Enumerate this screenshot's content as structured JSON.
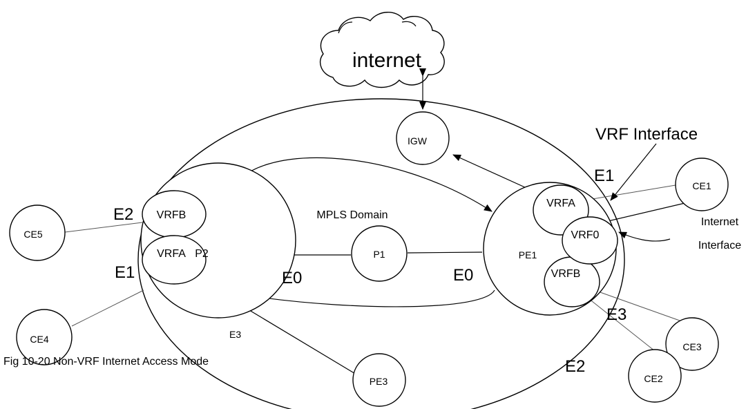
{
  "cloud": {
    "label": "internet"
  },
  "nodes": {
    "igw": "IGW",
    "p1": "P1",
    "pe3": "PE3",
    "p2": "P2",
    "pe1": "PE1",
    "ce1": "CE1",
    "ce2": "CE2",
    "ce3": "CE3",
    "ce4": "CE4",
    "ce5": "CE5"
  },
  "vrfs": {
    "p2_vrfb": "VRFB",
    "p2_vrfa": "VRFA",
    "pe1_vrfa": "VRFA",
    "pe1_vrf0": "VRF0",
    "pe1_vrfb": "VRFB"
  },
  "labels": {
    "mpls_domain": "MPLS Domain",
    "vrf_interface": "VRF Interface",
    "internet_interface_line1": "Internet",
    "internet_interface_line2": "Interface",
    "e0_left": "E0",
    "e0_right": "E0",
    "e1_left": "E1",
    "e1_right": "E1",
    "e2_left": "E2",
    "e2_right": "E2",
    "e3_left": "E3",
    "e3_right": "E3",
    "caption": "Fig 10-20 Non-VRF Internet Access Mode"
  }
}
